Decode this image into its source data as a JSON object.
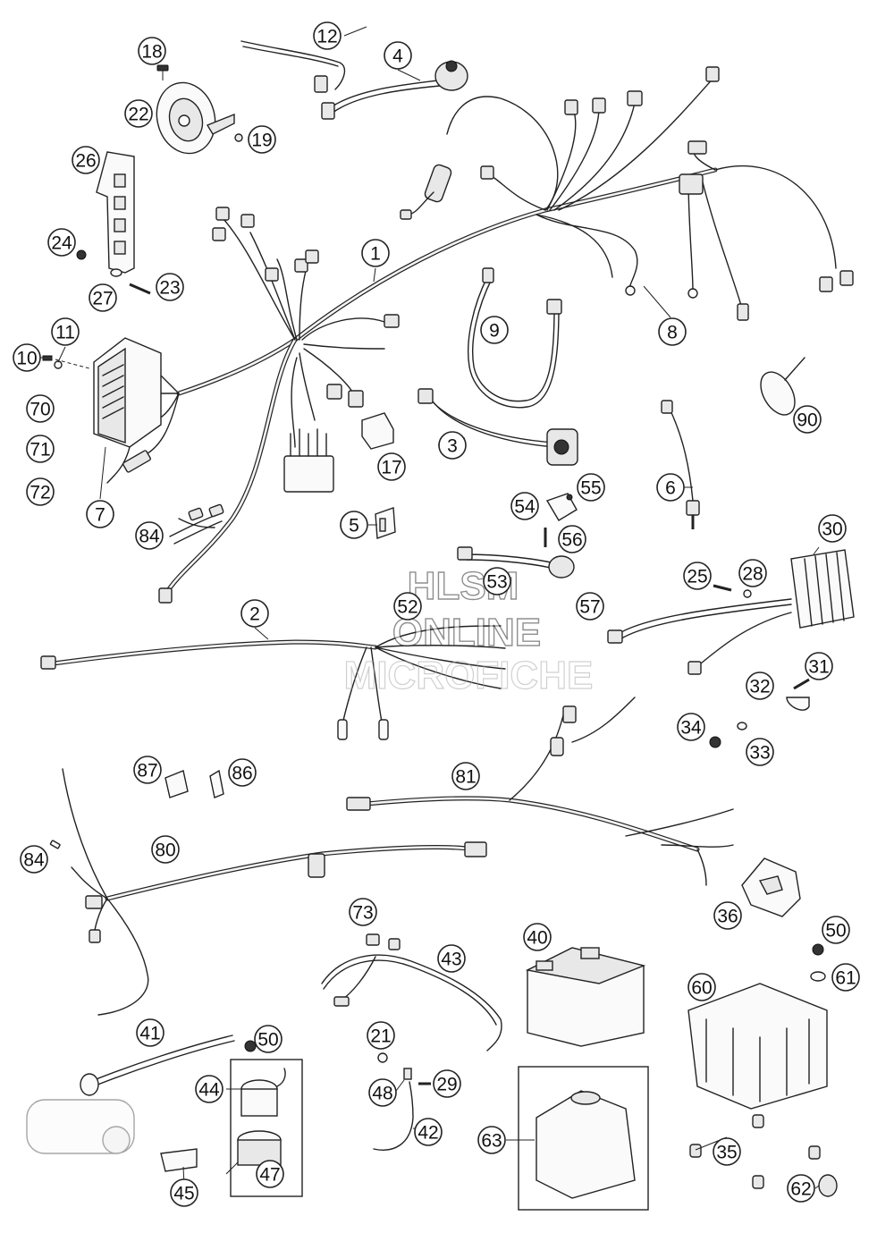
{
  "watermark": {
    "line1": "HLSM",
    "line2": "ONLINE",
    "line3": "MICROFICHE"
  },
  "callouts": [
    {
      "id": "c1",
      "label": "1"
    },
    {
      "id": "c2",
      "label": "2"
    },
    {
      "id": "c3",
      "label": "3"
    },
    {
      "id": "c4",
      "label": "4"
    },
    {
      "id": "c5",
      "label": "5"
    },
    {
      "id": "c6",
      "label": "6"
    },
    {
      "id": "c7",
      "label": "7"
    },
    {
      "id": "c8",
      "label": "8"
    },
    {
      "id": "c9",
      "label": "9"
    },
    {
      "id": "c10",
      "label": "10"
    },
    {
      "id": "c11",
      "label": "11"
    },
    {
      "id": "c12",
      "label": "12"
    },
    {
      "id": "c17",
      "label": "17"
    },
    {
      "id": "c18",
      "label": "18"
    },
    {
      "id": "c19",
      "label": "19"
    },
    {
      "id": "c21",
      "label": "21"
    },
    {
      "id": "c22",
      "label": "22"
    },
    {
      "id": "c23",
      "label": "23"
    },
    {
      "id": "c24",
      "label": "24"
    },
    {
      "id": "c25",
      "label": "25"
    },
    {
      "id": "c26",
      "label": "26"
    },
    {
      "id": "c27",
      "label": "27"
    },
    {
      "id": "c28",
      "label": "28"
    },
    {
      "id": "c29",
      "label": "29"
    },
    {
      "id": "c30",
      "label": "30"
    },
    {
      "id": "c31",
      "label": "31"
    },
    {
      "id": "c32",
      "label": "32"
    },
    {
      "id": "c33",
      "label": "33"
    },
    {
      "id": "c34",
      "label": "34"
    },
    {
      "id": "c35",
      "label": "35"
    },
    {
      "id": "c36",
      "label": "36"
    },
    {
      "id": "c40",
      "label": "40"
    },
    {
      "id": "c41",
      "label": "41"
    },
    {
      "id": "c42",
      "label": "42"
    },
    {
      "id": "c43",
      "label": "43"
    },
    {
      "id": "c44",
      "label": "44"
    },
    {
      "id": "c45",
      "label": "45"
    },
    {
      "id": "c47",
      "label": "47"
    },
    {
      "id": "c48",
      "label": "48"
    },
    {
      "id": "c50a",
      "label": "50"
    },
    {
      "id": "c50b",
      "label": "50"
    },
    {
      "id": "c52",
      "label": "52"
    },
    {
      "id": "c53",
      "label": "53"
    },
    {
      "id": "c54",
      "label": "54"
    },
    {
      "id": "c55",
      "label": "55"
    },
    {
      "id": "c56",
      "label": "56"
    },
    {
      "id": "c57",
      "label": "57"
    },
    {
      "id": "c60",
      "label": "60"
    },
    {
      "id": "c61",
      "label": "61"
    },
    {
      "id": "c62",
      "label": "62"
    },
    {
      "id": "c63",
      "label": "63"
    },
    {
      "id": "c70",
      "label": "70"
    },
    {
      "id": "c71",
      "label": "71"
    },
    {
      "id": "c72",
      "label": "72"
    },
    {
      "id": "c73",
      "label": "73"
    },
    {
      "id": "c80",
      "label": "80"
    },
    {
      "id": "c81",
      "label": "81"
    },
    {
      "id": "c84a",
      "label": "84"
    },
    {
      "id": "c84b",
      "label": "84"
    },
    {
      "id": "c86",
      "label": "86"
    },
    {
      "id": "c87",
      "label": "87"
    },
    {
      "id": "c90",
      "label": "90"
    }
  ]
}
